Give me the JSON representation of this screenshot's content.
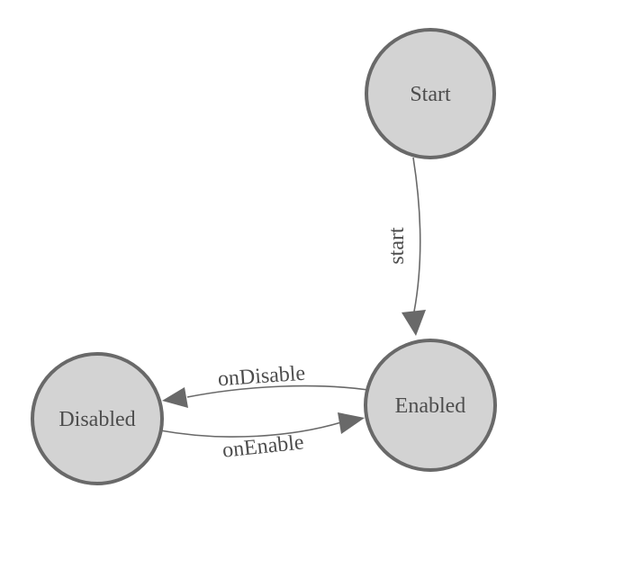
{
  "diagram": {
    "type": "state-machine",
    "nodes": [
      {
        "id": "start",
        "label": "Start"
      },
      {
        "id": "enabled",
        "label": "Enabled"
      },
      {
        "id": "disabled",
        "label": "Disabled"
      }
    ],
    "edges": [
      {
        "from": "Start",
        "to": "Enabled",
        "label": "start"
      },
      {
        "from": "Enabled",
        "to": "Disabled",
        "label": "onDisable"
      },
      {
        "from": "Disabled",
        "to": "Enabled",
        "label": "onEnable"
      }
    ],
    "colors": {
      "node_fill": "#d3d3d3",
      "node_stroke": "#696969",
      "edge_stroke": "#696969",
      "arrowhead": "#696969",
      "label_text": "#4d4d4d",
      "background": "#ffffff"
    }
  }
}
